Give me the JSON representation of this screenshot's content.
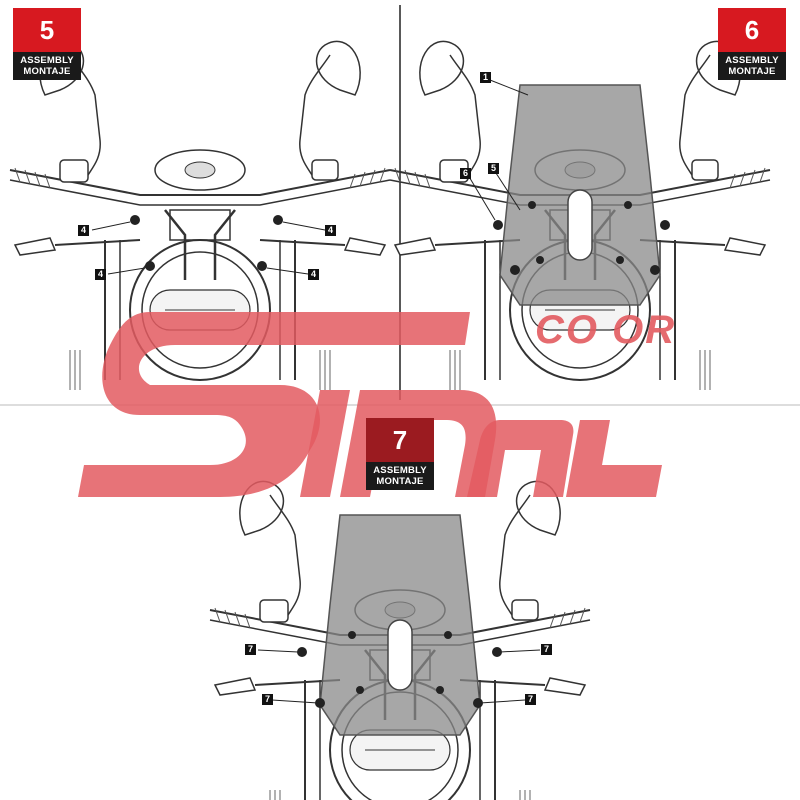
{
  "steps": [
    {
      "number": "5",
      "line1": "ASSEMBLY",
      "line2": "MONTAJE"
    },
    {
      "number": "6",
      "line1": "ASSEMBLY",
      "line2": "MONTAJE"
    },
    {
      "number": "7",
      "line1": "ASSEMBLY",
      "line2": "MONTAJE"
    }
  ],
  "callouts": {
    "panel5": [
      "4",
      "4",
      "4",
      "4"
    ],
    "panel6": [
      "1",
      "5",
      "6"
    ],
    "panel7": [
      "7",
      "7",
      "7",
      "7"
    ]
  },
  "watermark": {
    "text": "CO OR",
    "color": "#e35b60"
  },
  "colors": {
    "step_red": "#d71920",
    "label_black": "#1a1a1a",
    "screen_gray": "#8a8a8a"
  }
}
